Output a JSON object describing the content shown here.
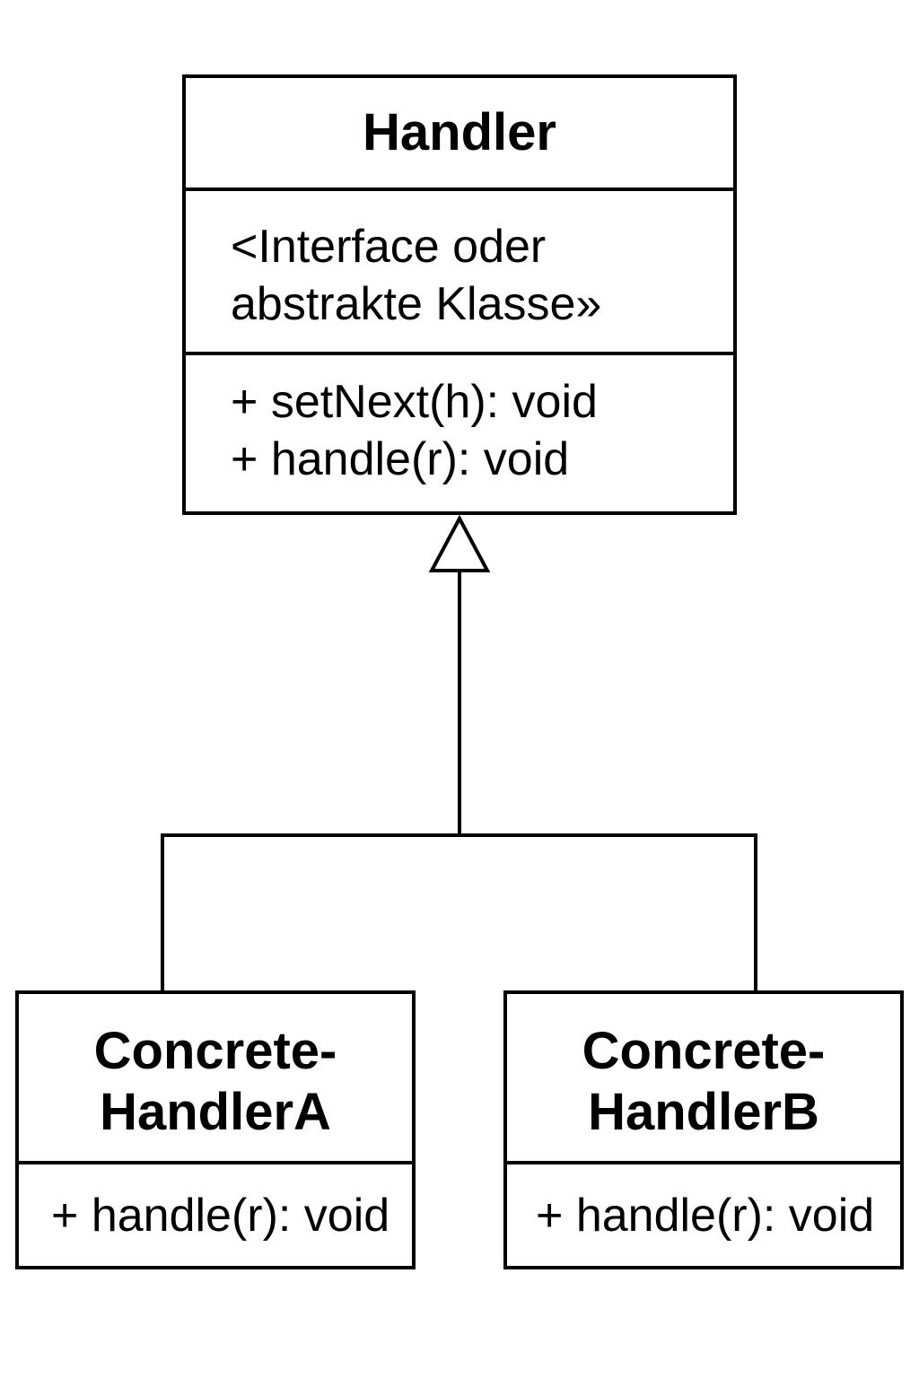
{
  "handler": {
    "name": "Handler",
    "stereotype_lines": [
      "<Interface oder",
      "abstrakte Klasse»"
    ],
    "operations": [
      "+ setNext(h): void",
      "+ handle(r): void"
    ]
  },
  "concrete_a": {
    "name_lines": [
      "Concrete-",
      "HandlerA"
    ],
    "operations": [
      "+ handle(r): void"
    ]
  },
  "concrete_b": {
    "name_lines": [
      "Concrete-",
      "HandlerB"
    ],
    "operations": [
      "+ handle(r): void"
    ]
  },
  "relationships": [
    {
      "type": "generalization",
      "from": "concrete_a",
      "to": "handler"
    },
    {
      "type": "generalization",
      "from": "concrete_b",
      "to": "handler"
    }
  ],
  "colors": {
    "stroke": "#000000",
    "background": "#ffffff"
  }
}
